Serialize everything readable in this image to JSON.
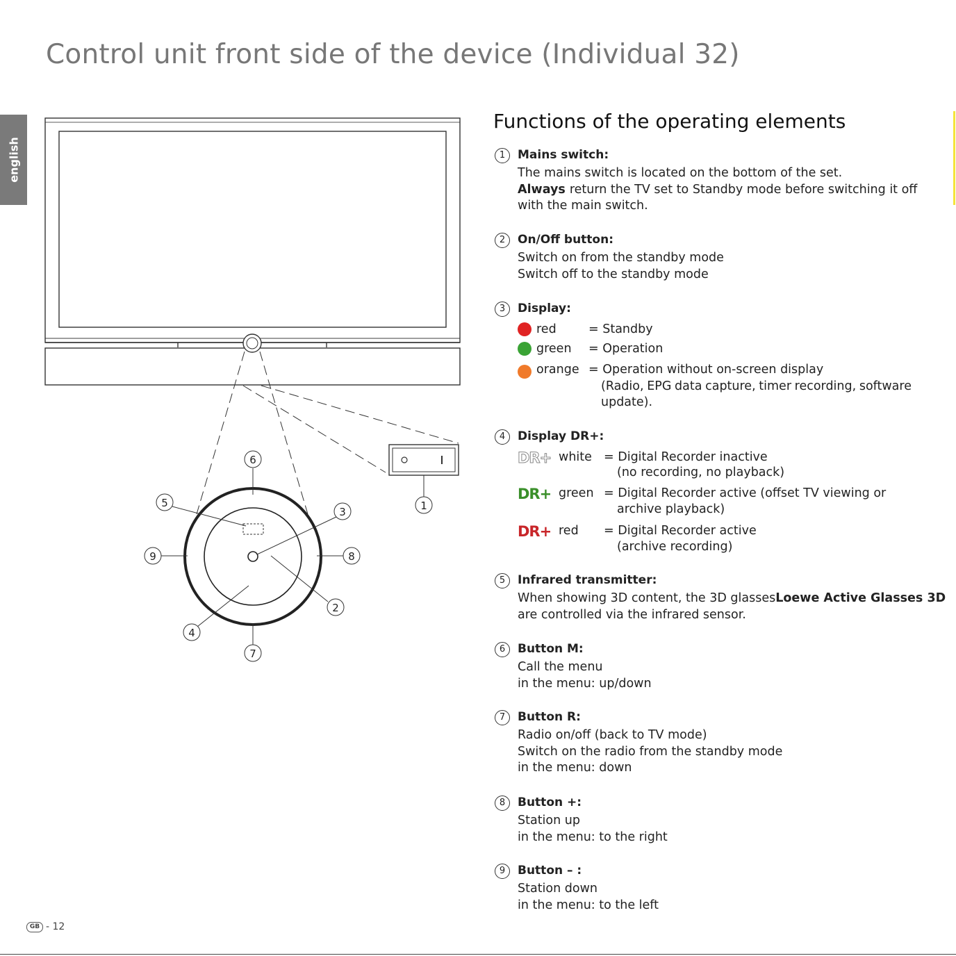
{
  "page_title": "Control unit front side of the device (Individual 32)",
  "language_tab": "english",
  "section_heading": "Functions of the operating elements",
  "diagram": {
    "callouts": [
      "1",
      "2",
      "3",
      "4",
      "5",
      "6",
      "7",
      "8",
      "9"
    ],
    "switch_off_symbol": "o",
    "switch_on_symbol": "I"
  },
  "items": [
    {
      "num": "1",
      "title": "Mains switch:",
      "line1": "The mains switch is located on the bottom of the set.",
      "line2_bold": "Always",
      "line2": "return the TV set to Standby mode before switching it off",
      "line3": "with the main switch."
    },
    {
      "num": "2",
      "title": "On/Off button:",
      "line1": "Switch on from the standby mode",
      "line2": "Switch off to the standby mode"
    },
    {
      "num": "3",
      "title": "Display:",
      "states": [
        {
          "color_name": "red",
          "color": "#e02323",
          "eq": "= Standby",
          "desc": "Standby"
        },
        {
          "color_name": "green",
          "color": "#3aa335",
          "eq": "= Operation",
          "desc": "Operation"
        },
        {
          "color_name": "orange",
          "color": "#f07a2a",
          "eq": "= Operation without on-screen display",
          "desc_line2": "(Radio, EPG data capture, timer recording, software",
          "desc_line3": "update)."
        }
      ]
    },
    {
      "num": "4",
      "title": "Display DR+:",
      "logo_text": "DR+",
      "states": [
        {
          "color_name": "white",
          "logo_color": "#ffffff",
          "desc": "= Digital Recorder inactive",
          "desc2": "(no recording, no playback)"
        },
        {
          "color_name": "green",
          "logo_color": "#3a8f2a",
          "desc": "= Digital Recorder active (offset TV viewing or",
          "desc2": "archive playback)"
        },
        {
          "color_name": "red",
          "logo_color": "#c8262a",
          "desc": "= Digital Recorder active",
          "desc2": "(archive recording)"
        }
      ]
    },
    {
      "num": "5",
      "title": "Infrared transmitter:",
      "line1": "When showing 3D content, the 3D glasses",
      "line1_bold": "Loewe Active Glasses 3D",
      "line2": "are controlled via the infrared sensor."
    },
    {
      "num": "6",
      "title": "Button M:",
      "line1": "Call the menu",
      "line2": "in the menu: up/down"
    },
    {
      "num": "7",
      "title": "Button R:",
      "line1": "Radio on/off (back to TV mode)",
      "line2": "Switch on the radio from the standby mode",
      "line3": "in the menu: down"
    },
    {
      "num": "8",
      "title": "Button +:",
      "line1": "Station up",
      "line2": "in the menu: to the right"
    },
    {
      "num": "9",
      "title": "Button – :",
      "line1": "Station down",
      "line2": "in the menu: to the left"
    }
  ],
  "footer": {
    "badge": "GB",
    "page": "- 12"
  }
}
